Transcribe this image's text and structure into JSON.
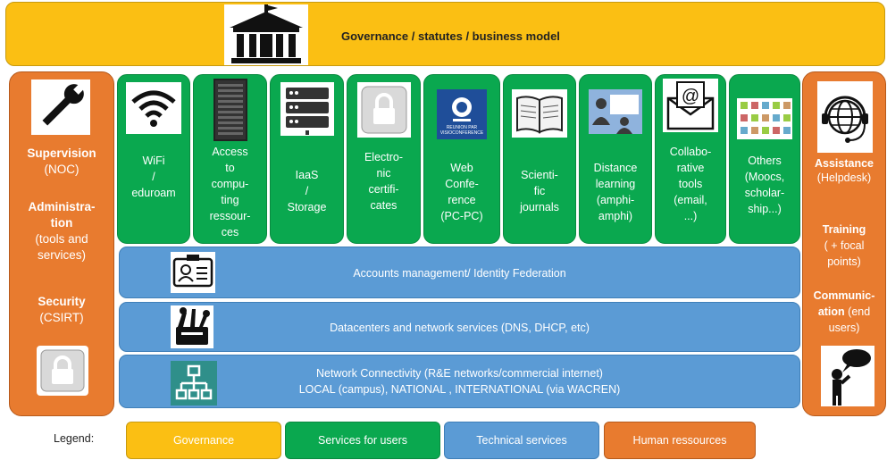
{
  "governance": {
    "title": "Governance / statutes / business  model"
  },
  "left_panel": {
    "supervision_title": "Supervision",
    "supervision_sub": "(NOC)",
    "administration_title_1": "Administra-",
    "administration_title_2": "tion",
    "administration_sub_1": "(tools and",
    "administration_sub_2": "services)",
    "security_title": "Security",
    "security_sub": "(CSIRT)"
  },
  "services": [
    {
      "lines": [
        "WiFi",
        "/",
        "eduroam"
      ],
      "icon": "wifi-icon"
    },
    {
      "lines": [
        "Access",
        "to",
        "compu-",
        "ting",
        "ressour-",
        "ces"
      ],
      "icon": "server-rack-icon"
    },
    {
      "lines": [
        "IaaS",
        "/",
        "Storage"
      ],
      "icon": "storage-server-icon"
    },
    {
      "lines": [
        "Electro-",
        "nic",
        "certifi-",
        "cates"
      ],
      "icon": "lock-icon"
    },
    {
      "lines": [
        "Web",
        "Confe-",
        "rence",
        "(PC-PC)"
      ],
      "icon": "webcam-icon",
      "icon_caption": "REUNION PAR VISIOCONFERENCE"
    },
    {
      "lines": [
        "Scienti-",
        "fic",
        "journals"
      ],
      "icon": "book-icon"
    },
    {
      "lines": [
        "Distance",
        "learning",
        "(amphi-",
        "amphi)"
      ],
      "icon": "classroom-icon"
    },
    {
      "lines": [
        "Collabo-",
        "rative",
        "tools",
        "(email,",
        "...)"
      ],
      "icon": "email-icon"
    },
    {
      "lines": [
        "Others",
        "(Moocs,",
        "scholar-",
        "ship...)"
      ],
      "icon": "apps-grid-icon"
    }
  ],
  "tech_layers": [
    {
      "lines": [
        "Accounts management/ Identity Federation"
      ],
      "icon": "id-card-icon"
    },
    {
      "lines": [
        "Datacenters and network services (DNS, DHCP, etc)"
      ],
      "icon": "tools-icon"
    },
    {
      "lines": [
        "Network Connectivity  (R&E networks/commercial internet)",
        "LOCAL (campus), NATIONAL , INTERNATIONAL (via WACREN)"
      ],
      "icon": "network-icon"
    }
  ],
  "right_panel": {
    "assistance_title": "Assistance",
    "assistance_sub": "(Helpdesk)",
    "training_title": "Training",
    "training_sub_1": "( + focal",
    "training_sub_2": "points)",
    "communication_title_1": "Communic-",
    "communication_title_2": "ation",
    "communication_sub_1": "(end",
    "communication_sub_2": "users)"
  },
  "legend": {
    "label": "Legend:",
    "items": [
      {
        "label": "Governance",
        "color": "#fbbf13"
      },
      {
        "label": "Services for users",
        "color": "#0aa84f"
      },
      {
        "label": "Technical services",
        "color": "#5b9bd5"
      },
      {
        "label": "Human ressources",
        "color": "#e87b2f"
      }
    ]
  }
}
